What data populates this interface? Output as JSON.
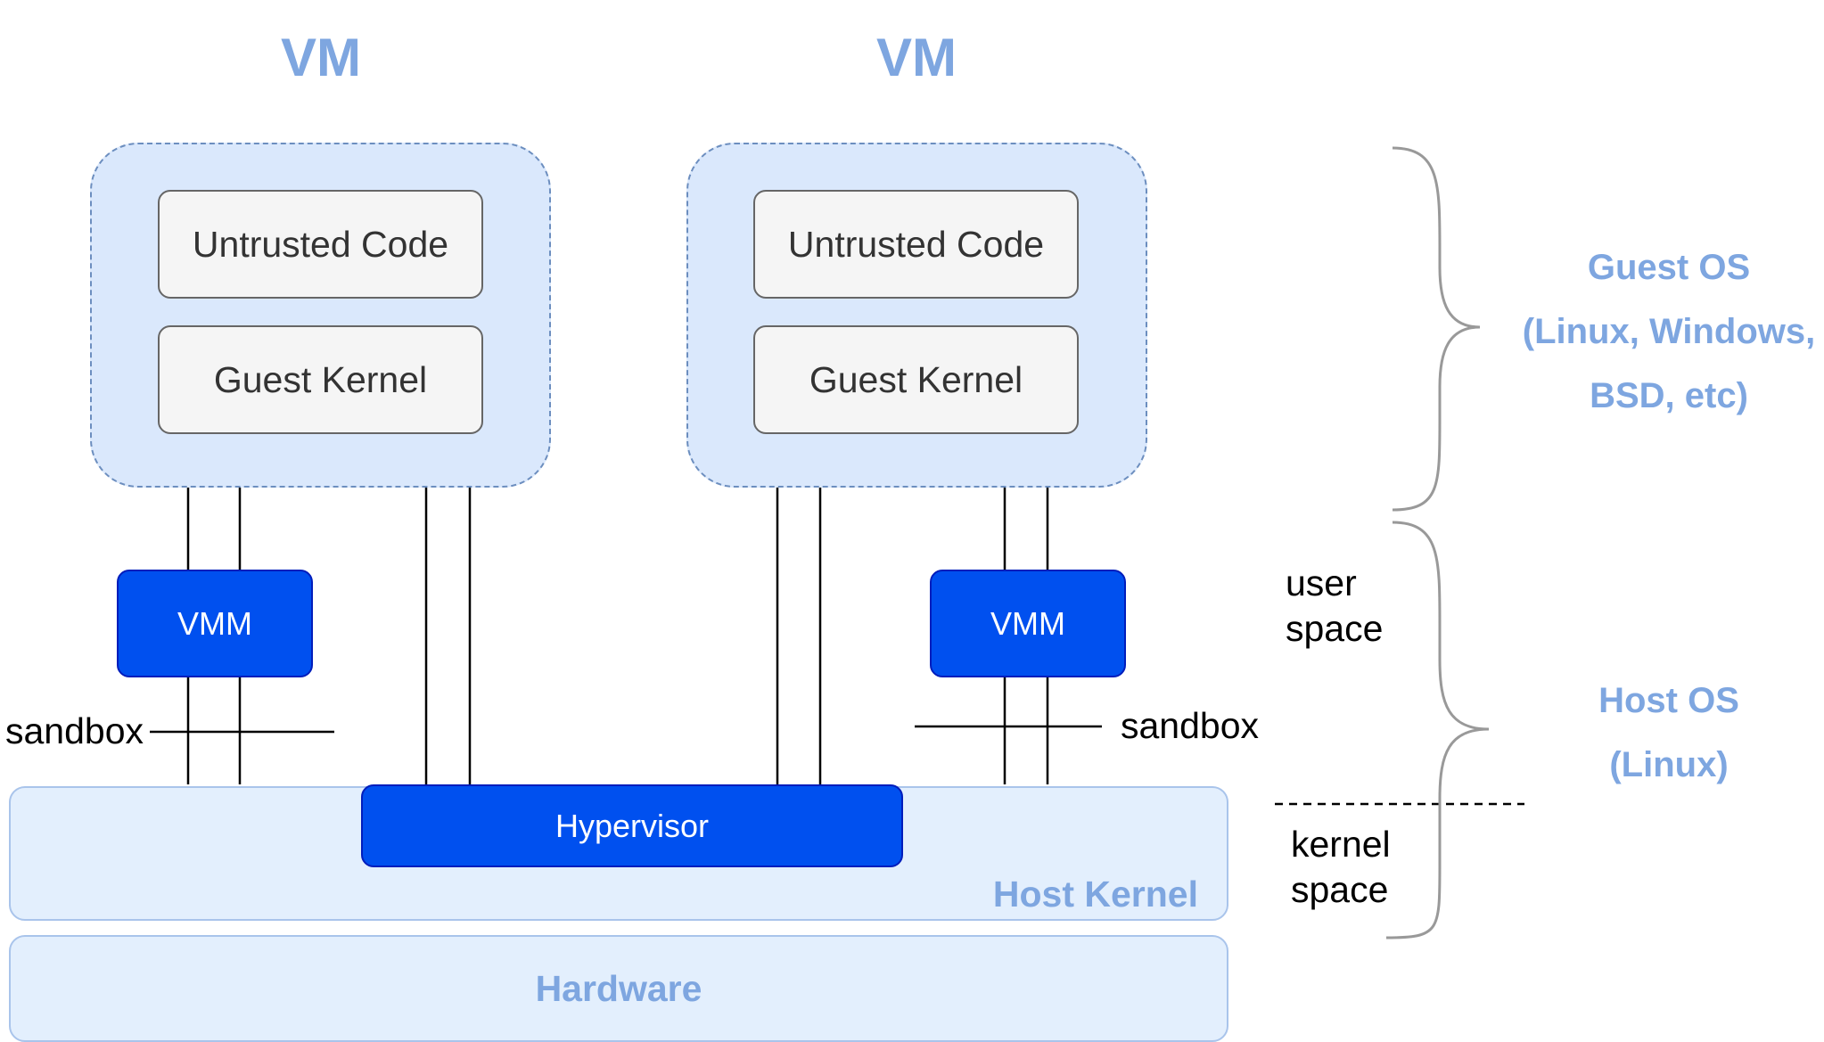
{
  "vm_left": {
    "title": "VM",
    "untrusted_code": "Untrusted Code",
    "guest_kernel": "Guest Kernel",
    "vmm": "VMM",
    "sandbox": "sandbox"
  },
  "vm_right": {
    "title": "VM",
    "untrusted_code": "Untrusted Code",
    "guest_kernel": "Guest Kernel",
    "vmm": "VMM",
    "sandbox": "sandbox"
  },
  "hypervisor": "Hypervisor",
  "host_kernel": "Host Kernel",
  "hardware": "Hardware",
  "user_space": [
    "user",
    "space"
  ],
  "kernel_space": [
    "kernel",
    "space"
  ],
  "guest_os": [
    "Guest OS",
    "(Linux, Windows,",
    "BSD, etc)"
  ],
  "host_os": [
    "Host OS",
    "(Linux)"
  ],
  "colors": {
    "accent": "#7ea6e0",
    "vm_fill": "#dae8fc",
    "vm_border": "#6c8ebf",
    "blue_box": "#0050ef",
    "host_fill": "#e3effd"
  }
}
